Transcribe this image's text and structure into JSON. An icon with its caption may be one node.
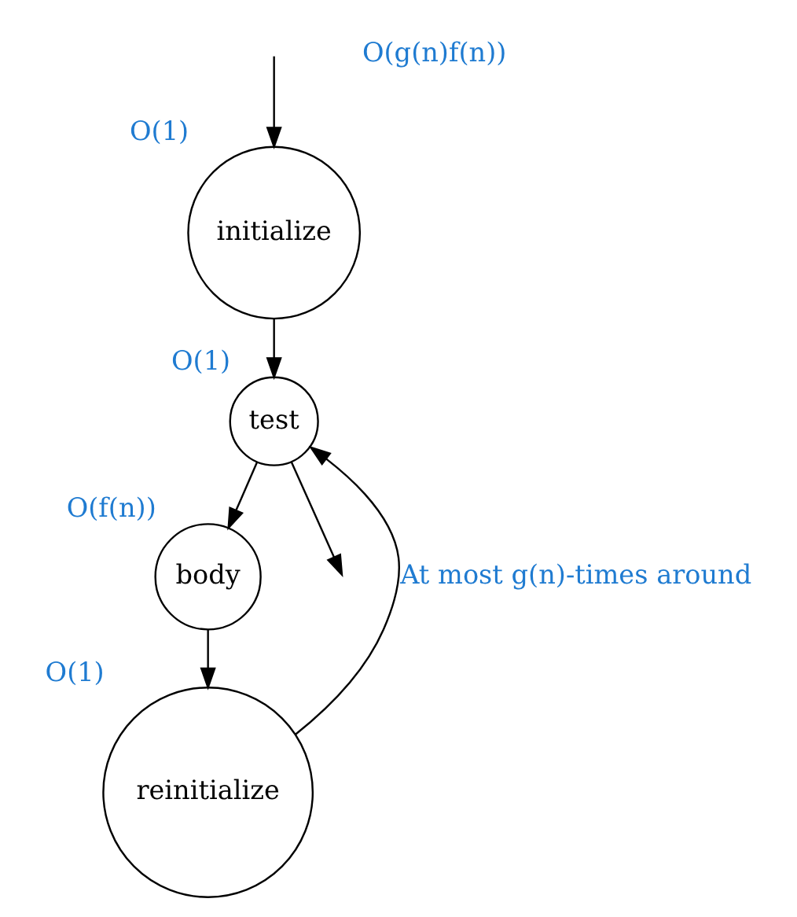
{
  "diagram": {
    "nodes": [
      {
        "text": [
          "initialize"
        ],
        "beside": [
          "O(1)"
        ]
      },
      {
        "text": [
          "test"
        ],
        "beside": [
          "O(1)"
        ]
      },
      {
        "text": [
          "body"
        ],
        "beside": [
          "O(f(n))"
        ]
      },
      {
        "text": [
          "reinitialize"
        ],
        "beside": [
          "O(1)"
        ]
      }
    ],
    "edges": [
      {
        "from": null,
        "to": 0,
        "arrow": "to"
      },
      {
        "from": 0,
        "to": 1,
        "arrow": "to"
      },
      {
        "from": 1,
        "to": 2,
        "arrow": "to"
      },
      {
        "from": 2,
        "to": 3,
        "arrow": "to"
      },
      {
        "from": 3,
        "to": 1,
        "arrow": "to",
        "label": "At most g(n)-times around",
        "color": "#000000"
      },
      {
        "from": 1,
        "to": null,
        "arrow": "to"
      }
    ],
    "labels": [
      "O(g(n)f(n))"
    ]
  }
}
